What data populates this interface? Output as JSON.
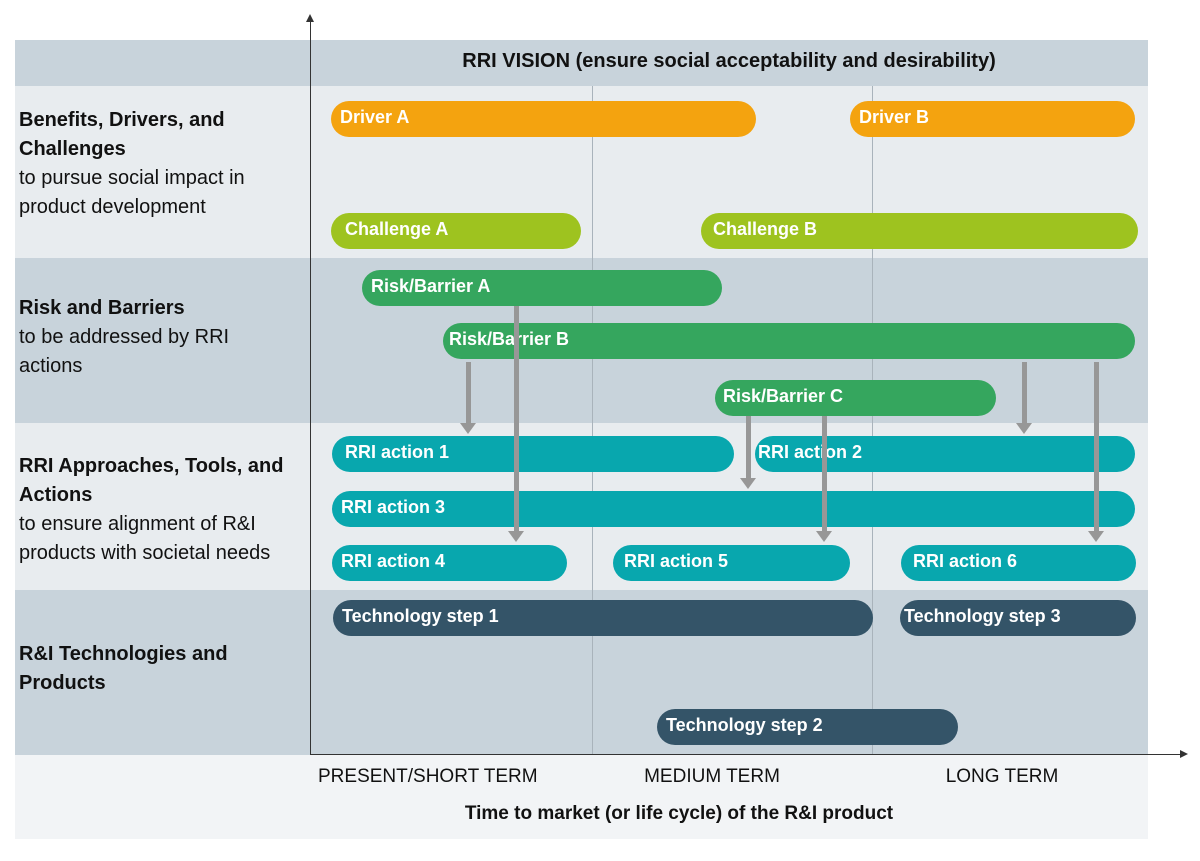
{
  "vision": "RRI VISION (ensure social acceptability and desirability)",
  "rows": {
    "benefits": {
      "title": "Benefits, Drivers, and Challenges",
      "subtitle": "to pursue social impact in product development"
    },
    "risks": {
      "title": "Risk and Barriers",
      "subtitle": "to be addressed by RRI actions"
    },
    "actions": {
      "title": "RRI Approaches, Tools, and Actions",
      "subtitle": "to ensure alignment of R&I products with societal needs"
    },
    "tech": {
      "title": "R&I Technologies and Products",
      "subtitle": ""
    }
  },
  "bars": {
    "driver_a": "Driver A",
    "driver_b": "Driver B",
    "challenge_a": "Challenge A",
    "challenge_b": "Challenge B",
    "risk_a": "Risk/Barrier A",
    "risk_b": "Risk/Barrier B",
    "risk_c": "Risk/Barrier C",
    "action_1": "RRI action 1",
    "action_2": "RRI action 2",
    "action_3": "RRI action 3",
    "action_4": "RRI action 4",
    "action_5": "RRI action 5",
    "action_6": "RRI action 6",
    "tech_1": "Technology step 1",
    "tech_2": "Technology step 2",
    "tech_3": "Technology step 3"
  },
  "terms": {
    "present": "PRESENT/SHORT TERM",
    "medium": "MEDIUM TERM",
    "long": "LONG TERM"
  },
  "x_axis_title": "Time to market (or life cycle) of the R&I product",
  "colors": {
    "driver": "#f4a30f",
    "challenge": "#9ec31f",
    "risk": "#35a65e",
    "action": "#08a7ae",
    "technology": "#345468",
    "arrow": "#979797"
  }
}
